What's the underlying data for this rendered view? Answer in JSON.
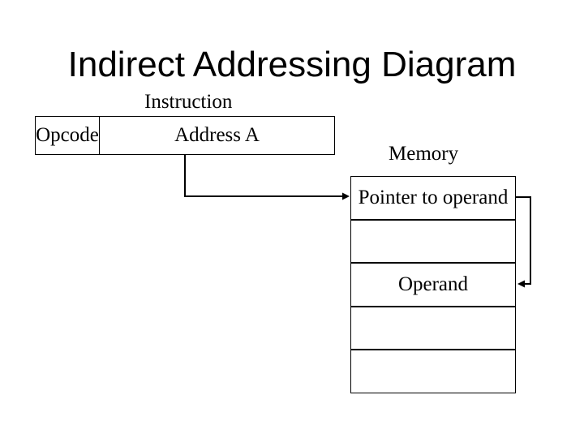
{
  "slide": {
    "title": "Indirect Addressing Diagram"
  },
  "instruction": {
    "caption": "Instruction",
    "opcode_label": "Opcode",
    "address_label": "Address A"
  },
  "memory": {
    "caption": "Memory",
    "rows": [
      "Pointer to operand",
      "",
      "Operand",
      "",
      ""
    ]
  },
  "colors": {
    "background": "#ffffff",
    "line": "#000000",
    "text": "#000000"
  }
}
